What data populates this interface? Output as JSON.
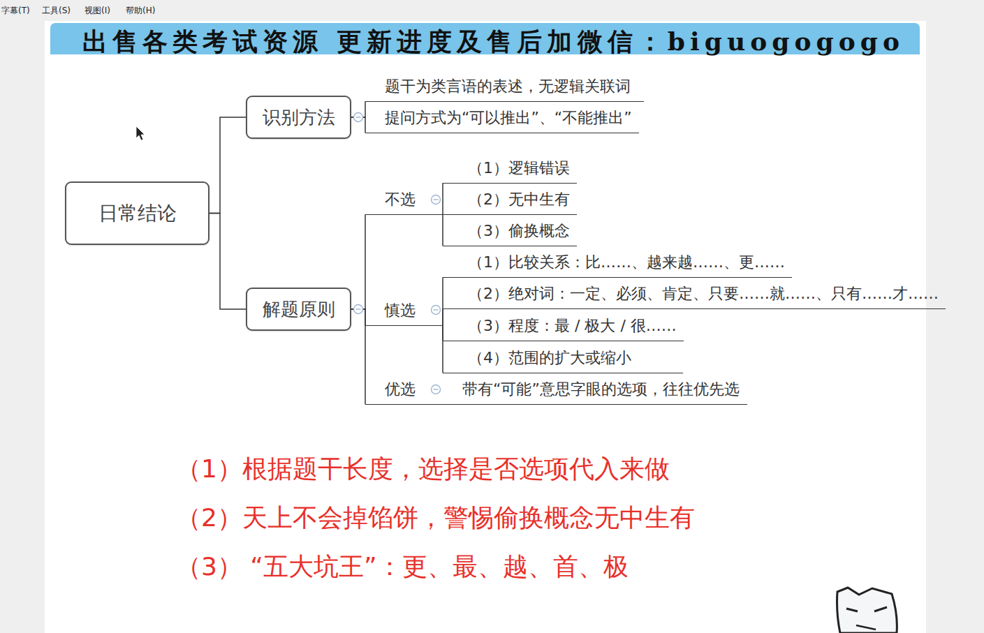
{
  "diagram": {
    "nodes": [
      {
        "text": [
          "日常结论"
        ]
      },
      {
        "text": [
          "识别方法"
        ]
      },
      {
        "text": [
          "题干为类言语的表述，无逻辑关联词"
        ]
      },
      {
        "text": [
          "提问方式为“可以推出”、“不能推出”"
        ]
      },
      {
        "text": [
          "解题原则"
        ]
      },
      {
        "text": [
          "不选"
        ]
      },
      {
        "text": [
          "（1）逻辑错误"
        ]
      },
      {
        "text": [
          "（2）无中生有"
        ]
      },
      {
        "text": [
          "（3）偷换概念"
        ]
      },
      {
        "text": [
          "慎选"
        ]
      },
      {
        "text": [
          "（1）比较关系：比……、越来越……、更……"
        ]
      },
      {
        "text": [
          "（2）绝对词：一定、必须、肯定、只要……就……、只有……才……"
        ]
      },
      {
        "text": [
          "（3）程度：最 / 极大 / 很……"
        ]
      },
      {
        "text": [
          "（4）范围的扩大或缩小"
        ]
      },
      {
        "text": [
          "优选"
        ]
      },
      {
        "text": [
          "带有“可能”意思字眼的选项，往往优先选"
        ]
      }
    ],
    "edges": [
      {
        "from": 0,
        "to": 1,
        "arrow": "none"
      },
      {
        "from": 0,
        "to": 4,
        "arrow": "none"
      },
      {
        "from": 1,
        "to": 2,
        "arrow": "none"
      },
      {
        "from": 1,
        "to": 3,
        "arrow": "none"
      },
      {
        "from": 4,
        "to": 5,
        "arrow": "none"
      },
      {
        "from": 4,
        "to": 9,
        "arrow": "none"
      },
      {
        "from": 4,
        "to": 14,
        "arrow": "none"
      },
      {
        "from": 5,
        "to": 6,
        "arrow": "none"
      },
      {
        "from": 5,
        "to": 7,
        "arrow": "none"
      },
      {
        "from": 5,
        "to": 8,
        "arrow": "none"
      },
      {
        "from": 9,
        "to": 10,
        "arrow": "none"
      },
      {
        "from": 9,
        "to": 11,
        "arrow": "none"
      },
      {
        "from": 9,
        "to": 12,
        "arrow": "none"
      },
      {
        "from": 9,
        "to": 13,
        "arrow": "none"
      },
      {
        "from": 14,
        "to": 15,
        "arrow": "none"
      }
    ],
    "labels": [
      "字幕(T)",
      "工具(S)",
      "视图(I)",
      "帮助(H)",
      "出售各类考试资源 更新进度及售后加微信：biguogogogo",
      "（1）根据题干长度，选择是否选项代入来做",
      "（2）天上不会掉馅饼，警惕偷换概念无中生有",
      "（3） “五大坑王”：更、最、越、首、极"
    ]
  }
}
